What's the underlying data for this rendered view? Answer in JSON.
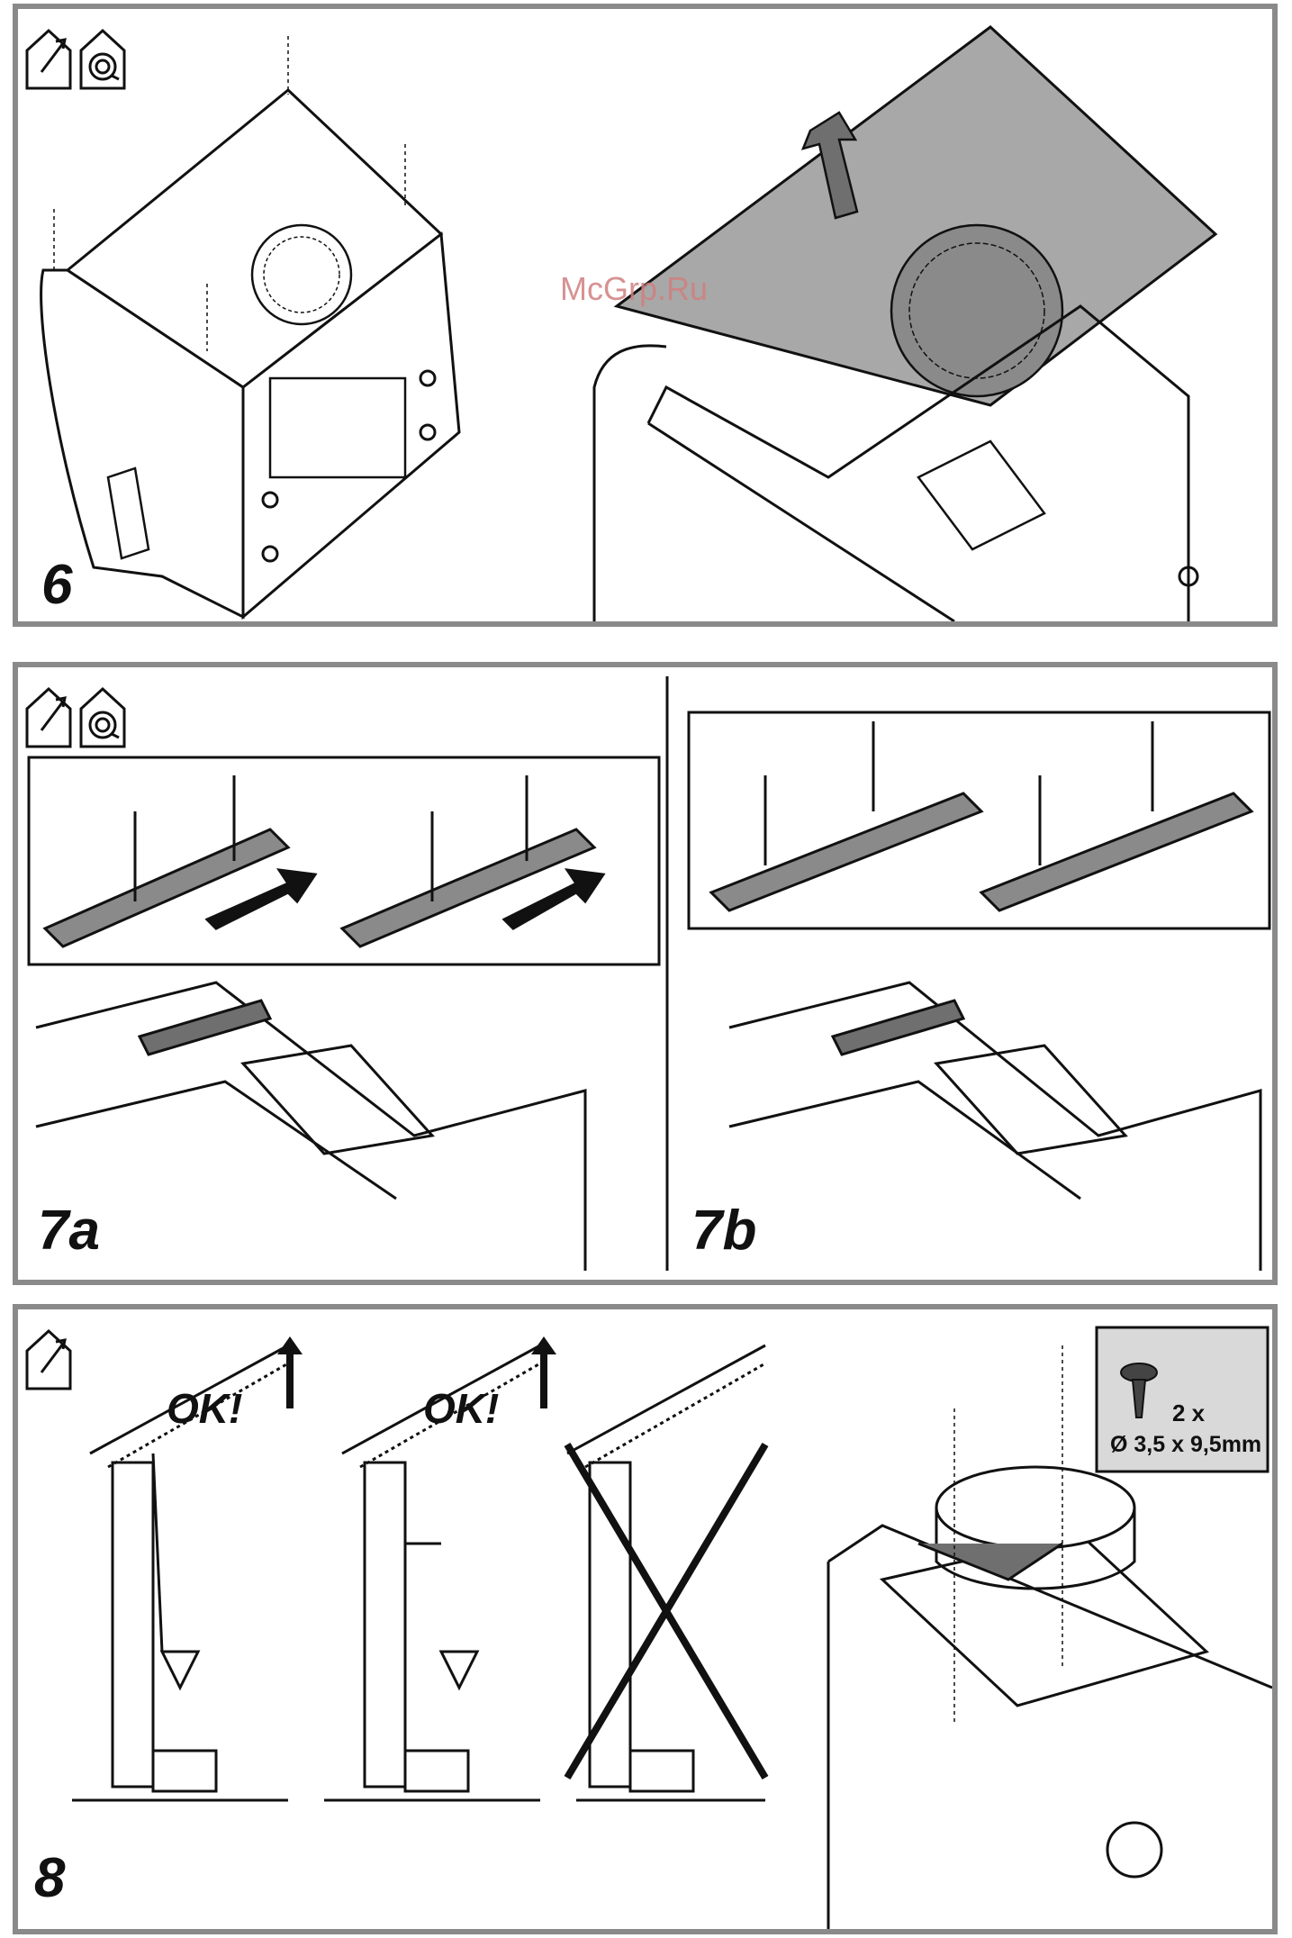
{
  "steps": {
    "step6": "6",
    "step7a": "7a",
    "step7b": "7b",
    "step8": "8"
  },
  "ventilation_options": {
    "ok_1": "OK!",
    "ok_2": "OK!"
  },
  "screw_spec": {
    "quantity": "2 x",
    "size": "Ø 3,5 x 9,5mm"
  },
  "watermark": "McGrp.Ru",
  "icons": [
    "duct-exhaust-icon",
    "recirculation-icon"
  ],
  "colors": {
    "frame": "#8a8a8a",
    "panel_fill": "#a8a8a8",
    "spec_box": "#d9d9d9",
    "watermark": "#d08080"
  }
}
